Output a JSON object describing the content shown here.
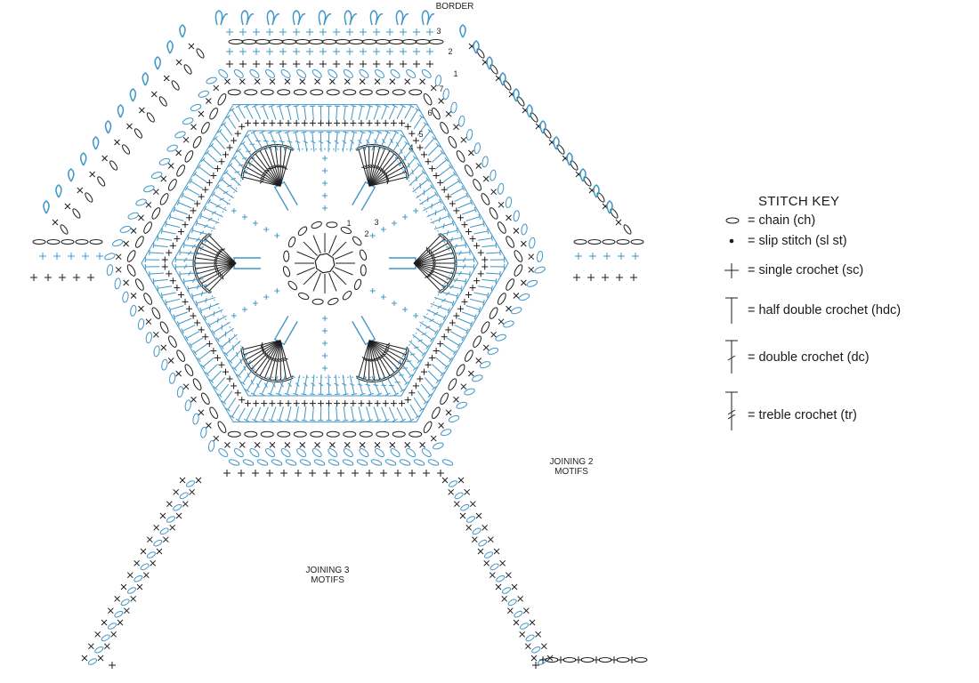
{
  "labels": {
    "border": "BORDER",
    "joining2_line1": "JOINING 2",
    "joining2_line2": "MOTIFS",
    "joining3_line1": "JOINING 3",
    "joining3_line2": "MOTIFS"
  },
  "round_numbers": [
    "1",
    "2",
    "3",
    "4",
    "5",
    "6",
    "7",
    "1",
    "2",
    "3"
  ],
  "stitch_key": {
    "title": "STITCH KEY",
    "items": [
      {
        "symbol": "chain-oval-icon",
        "text": "= chain (ch)"
      },
      {
        "symbol": "dot-icon",
        "text": "= slip stitch (sl st)"
      },
      {
        "symbol": "plus-icon",
        "text": "= single crochet (sc)"
      },
      {
        "symbol": "t-icon",
        "text": "= half double crochet (hdc)"
      },
      {
        "symbol": "t-one-bar-icon",
        "text": "= double crochet (dc)"
      },
      {
        "symbol": "t-two-bar-icon",
        "text": "= treble crochet (tr)"
      }
    ]
  },
  "colors": {
    "blue": "#3f97c7",
    "black": "#1e1e1e"
  }
}
